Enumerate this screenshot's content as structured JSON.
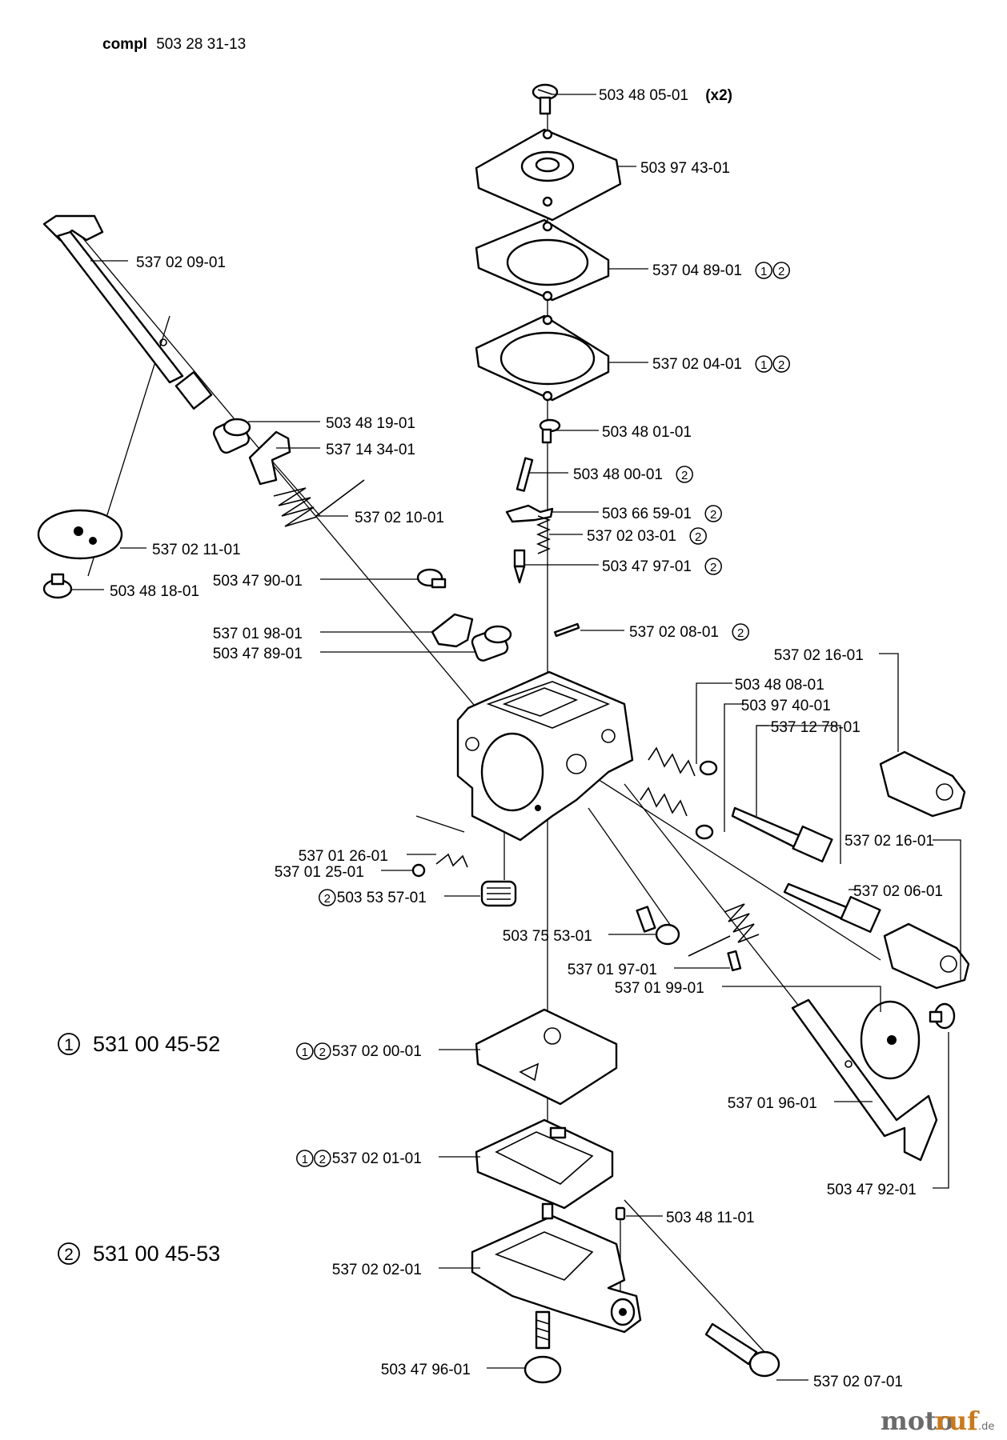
{
  "title": {
    "prefix": "compl",
    "number": "503 28 31-13"
  },
  "kits": [
    {
      "mark": "1",
      "number": "531 00 45-52"
    },
    {
      "mark": "2",
      "number": "531 00 45-53"
    }
  ],
  "labels": [
    {
      "id": "screw-top",
      "text": "503 48 05-01",
      "suffix": "(x2)",
      "marks": []
    },
    {
      "id": "cover",
      "text": "503 97 43-01",
      "marks": []
    },
    {
      "id": "diaphragm-pump",
      "text": "537 04 89-01",
      "marks": [
        "1",
        "2"
      ]
    },
    {
      "id": "gasket-pump",
      "text": "537 02 04-01",
      "marks": [
        "1",
        "2"
      ]
    },
    {
      "id": "screw-lever",
      "text": "503 48 01-01",
      "marks": []
    },
    {
      "id": "pin",
      "text": "503 48 00-01",
      "marks": [
        "2"
      ]
    },
    {
      "id": "lever",
      "text": "503 66 59-01",
      "marks": [
        "2"
      ]
    },
    {
      "id": "spring-lever",
      "text": "537 02 03-01",
      "marks": [
        "2"
      ]
    },
    {
      "id": "needle-valve",
      "text": "503 47 97-01",
      "marks": [
        "2"
      ]
    },
    {
      "id": "pin-small",
      "text": "537 02 08-01",
      "marks": [
        "2"
      ]
    },
    {
      "id": "shaft-choke",
      "text": "537 02 09-01",
      "marks": []
    },
    {
      "id": "bushing",
      "text": "503 48 19-01",
      "marks": []
    },
    {
      "id": "lever-throttle",
      "text": "537 14 34-01",
      "marks": []
    },
    {
      "id": "spring-return",
      "text": "537 02 10-01",
      "marks": []
    },
    {
      "id": "valve-choke",
      "text": "537 02 11-01",
      "marks": []
    },
    {
      "id": "screw-valve",
      "text": "503 48 18-01",
      "marks": []
    },
    {
      "id": "screw-stop",
      "text": "503 47 90-01",
      "marks": []
    },
    {
      "id": "plate-stop",
      "text": "537 01 98-01",
      "marks": []
    },
    {
      "id": "bushing-2",
      "text": "503 47 89-01",
      "marks": []
    },
    {
      "id": "limiter-cap-1",
      "text": "537 02 16-01",
      "marks": []
    },
    {
      "id": "spring-needle",
      "text": "503 48 08-01",
      "marks": []
    },
    {
      "id": "o-ring",
      "text": "503 97 40-01",
      "marks": []
    },
    {
      "id": "needle-h",
      "text": "537 12 78-01",
      "marks": []
    },
    {
      "id": "limiter-cap-2",
      "text": "537 02 16-01",
      "marks": []
    },
    {
      "id": "needle-l",
      "text": "537 02 06-01",
      "marks": []
    },
    {
      "id": "spring-small",
      "text": "537 01 26-01",
      "marks": []
    },
    {
      "id": "ball",
      "text": "537 01 25-01",
      "marks": []
    },
    {
      "id": "filter",
      "text": "503 53 57-01",
      "marks": [
        "2"
      ],
      "marks_before": true
    },
    {
      "id": "screw-idle",
      "text": "503 75 53-01",
      "marks": []
    },
    {
      "id": "spring-throttle",
      "text": "537 01 97-01",
      "marks": []
    },
    {
      "id": "valve-throttle",
      "text": "537 01 99-01",
      "marks": []
    },
    {
      "id": "shaft-throttle",
      "text": "537 01 96-01",
      "marks": []
    },
    {
      "id": "screw-throttle",
      "text": "503 47 92-01",
      "marks": []
    },
    {
      "id": "diaphragm-metering",
      "text": "537 02 00-01",
      "marks": [
        "1",
        "2"
      ],
      "marks_before": true
    },
    {
      "id": "gasket-metering",
      "text": "537 02 01-01",
      "marks": [
        "1",
        "2"
      ],
      "marks_before": true
    },
    {
      "id": "pin-cover",
      "text": "503 48 11-01",
      "marks": []
    },
    {
      "id": "cover-metering",
      "text": "537 02 02-01",
      "marks": []
    },
    {
      "id": "screw-bottom",
      "text": "503 47 96-01",
      "marks": []
    },
    {
      "id": "screw-adjust",
      "text": "537 02 07-01",
      "marks": []
    }
  ],
  "watermark": {
    "main_a": "moto",
    "main_b": "ruf",
    "suffix": ".de"
  }
}
